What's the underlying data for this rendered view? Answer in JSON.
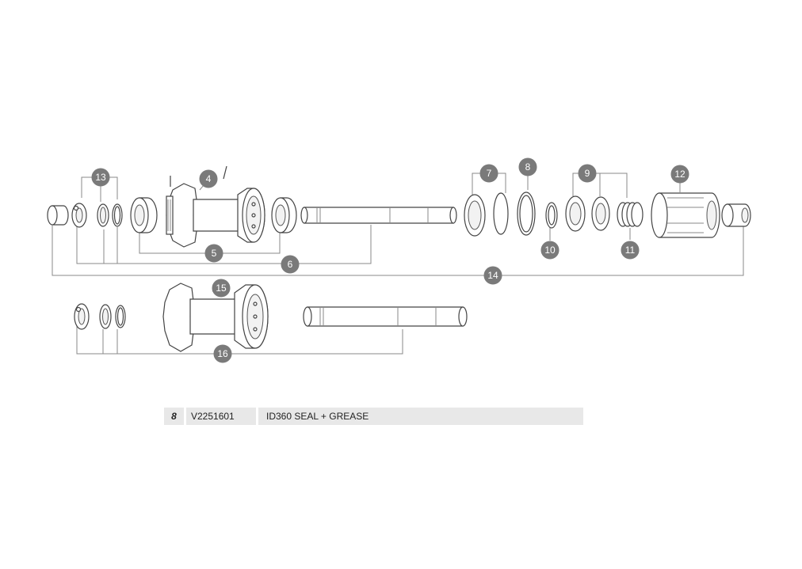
{
  "callouts": [
    "13",
    "4",
    "5",
    "6",
    "7",
    "8",
    "9",
    "10",
    "11",
    "12",
    "14",
    "15",
    "16"
  ],
  "parts_table": {
    "rows": [
      {
        "item": "8",
        "code": "V2251601",
        "description": "ID360 SEAL + GREASE"
      }
    ]
  }
}
